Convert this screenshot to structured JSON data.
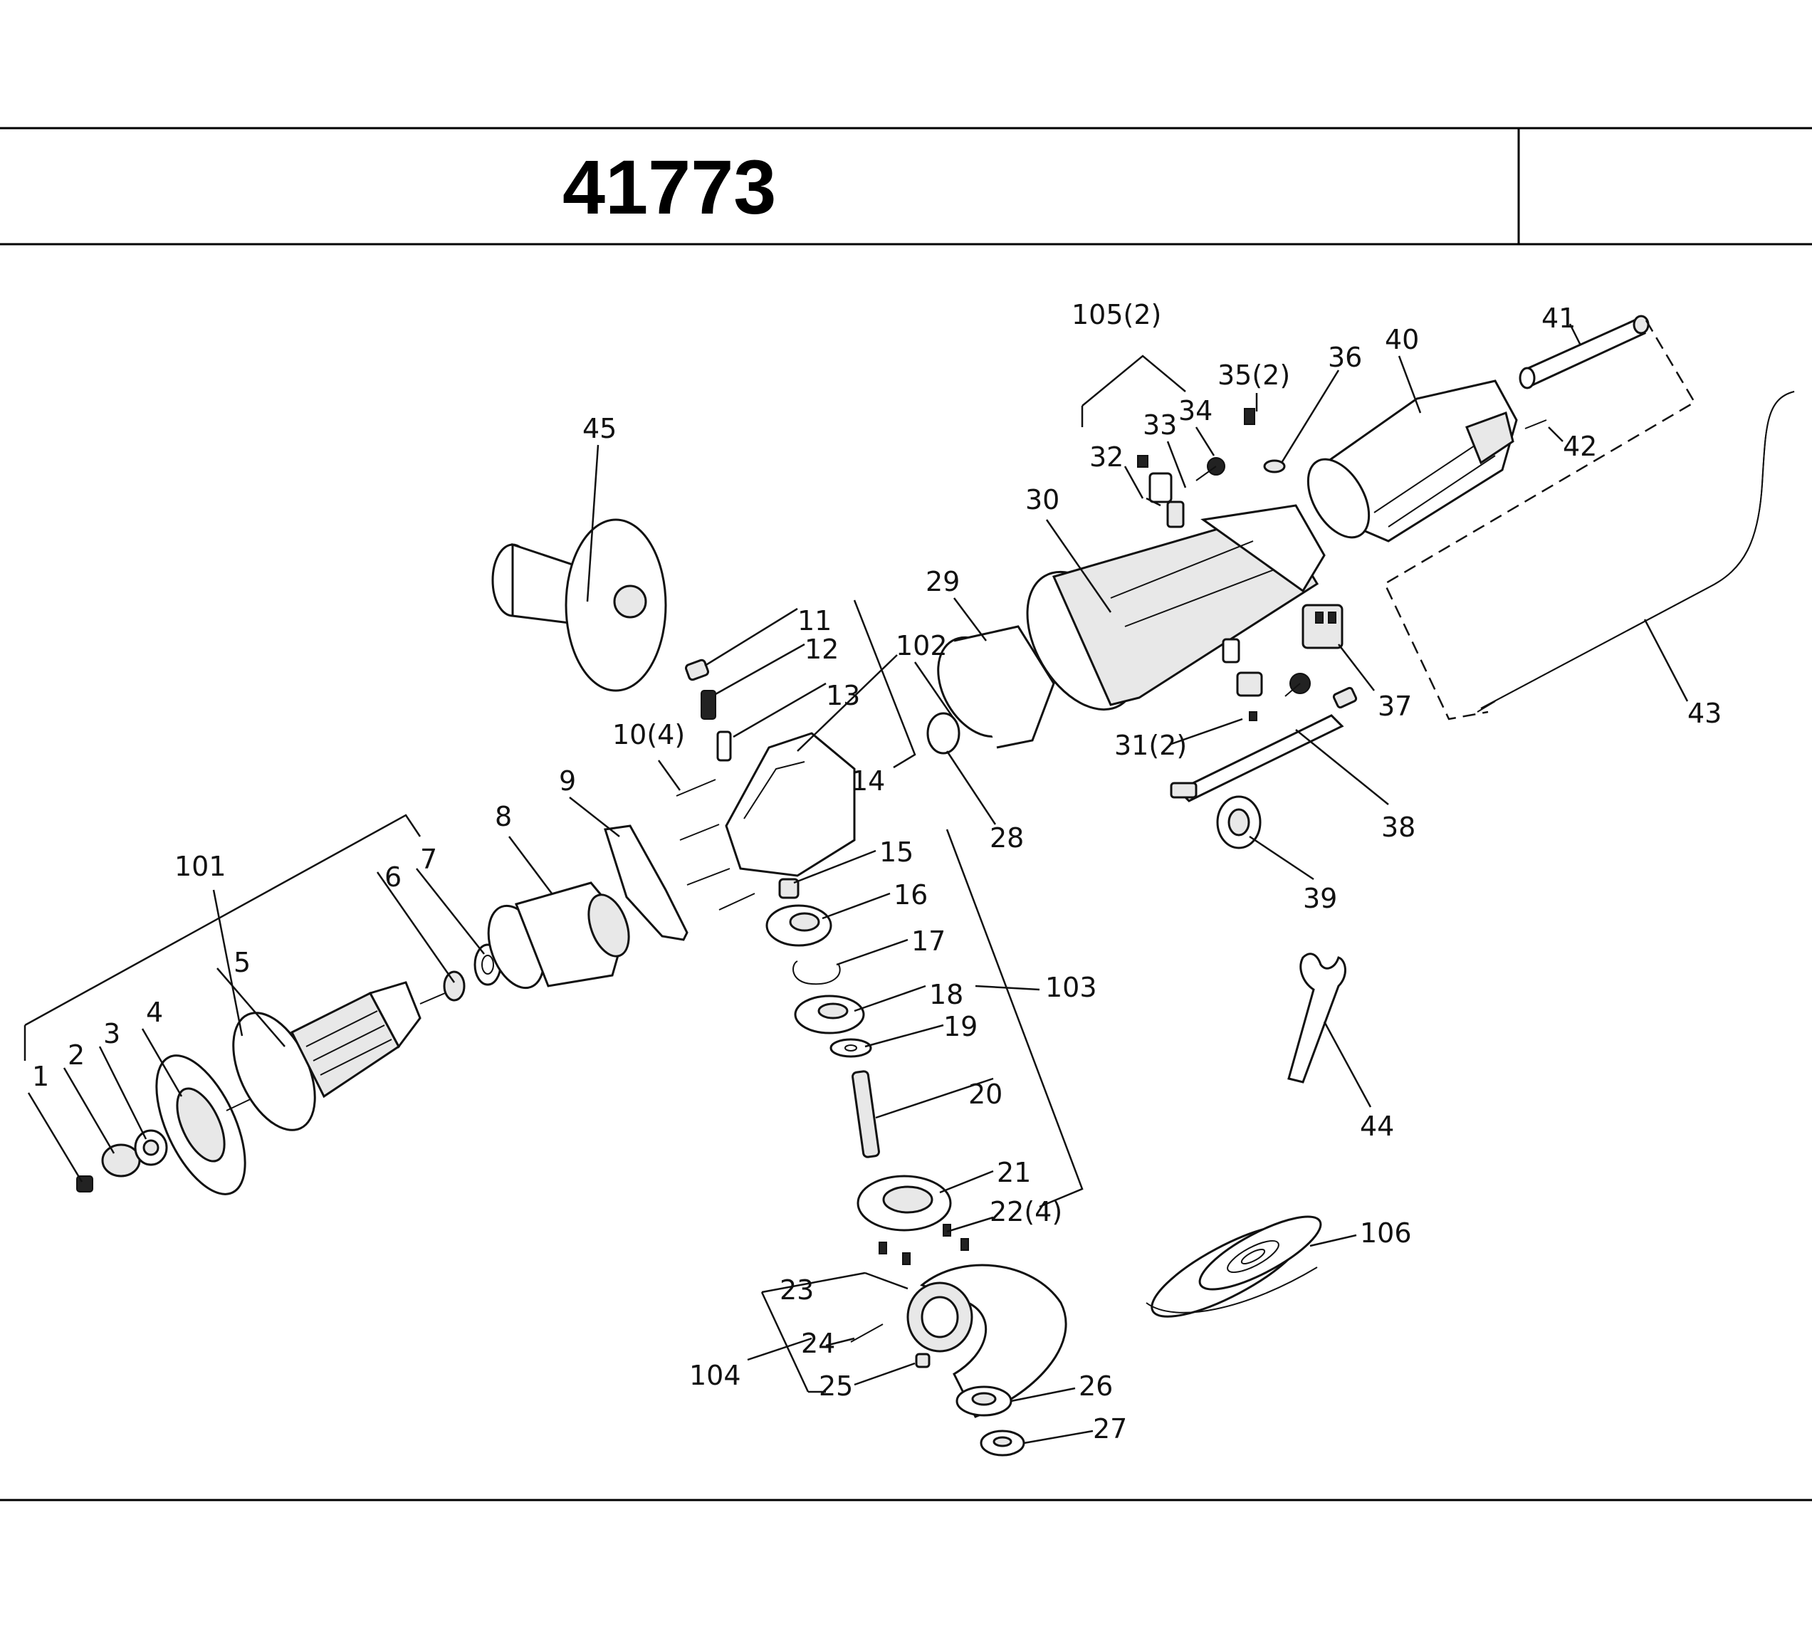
{
  "title": {
    "model_number": "41773"
  },
  "callouts": [
    "1",
    "2",
    "3",
    "4",
    "5",
    "6",
    "7",
    "8",
    "9",
    "10(4)",
    "11",
    "12",
    "13",
    "14",
    "15",
    "16",
    "17",
    "18",
    "19",
    "20",
    "21",
    "22(4)",
    "23",
    "24",
    "25",
    "26",
    "27",
    "28",
    "29",
    "30",
    "31(2)",
    "32",
    "33",
    "34",
    "35(2)",
    "36",
    "37",
    "38",
    "39",
    "40",
    "41",
    "42",
    "43",
    "44",
    "45",
    "101",
    "102",
    "103",
    "104",
    "105(2)",
    "106"
  ]
}
